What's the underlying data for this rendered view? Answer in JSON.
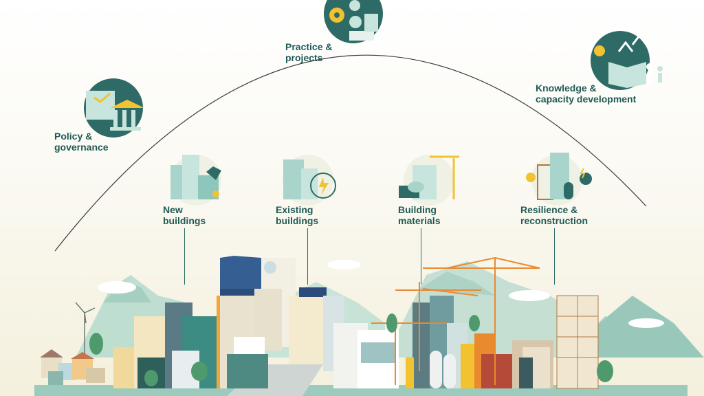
{
  "pillars": {
    "policy": {
      "line1": "Policy &",
      "line2": "governance"
    },
    "practice": {
      "line1": "Practice &",
      "line2": "projects"
    },
    "knowledge": {
      "line1": "Knowledge &",
      "line2": "capacity development"
    }
  },
  "areas": {
    "new_buildings": {
      "line1": "New",
      "line2": "buildings"
    },
    "existing_buildings": {
      "line1": "Existing",
      "line2": "buildings"
    },
    "building_materials": {
      "line1": "Building",
      "line2": "materials"
    },
    "resilience": {
      "line1": "Resilience &",
      "line2": "reconstruction"
    }
  },
  "colors": {
    "teal_dark": "#2e6b66",
    "teal_text": "#1f5a55",
    "mint": "#a8d4cb",
    "yellow": "#f2c230",
    "orange": "#e98a2f"
  }
}
